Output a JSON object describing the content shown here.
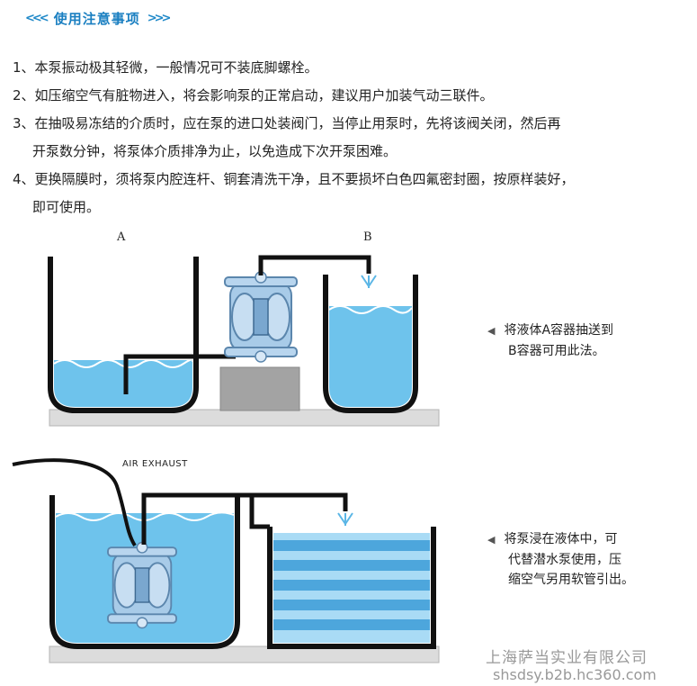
{
  "header": {
    "left_arrows": "<<<",
    "title": "使用注意事项",
    "right_arrows": ">>>"
  },
  "notes": [
    {
      "num": "1、",
      "lines": [
        "本泵振动极其轻微，一般情况可不装底脚螺栓。"
      ]
    },
    {
      "num": "2、",
      "lines": [
        "如压缩空气有脏物进入，将会影响泵的正常启动，建议用户加装气动三联件。"
      ]
    },
    {
      "num": "3、",
      "lines": [
        "在抽吸易冻结的介质时，应在泵的进口处装阀门，当停止用泵时，先将该阀关闭，然后再",
        "开泵数分钟，将泵体介质排净为止，以免造成下次开泵困难。"
      ]
    },
    {
      "num": "4、",
      "lines": [
        "更换隔膜时，须将泵内腔连杆、铜套清洗干净，且不要损坏白色四氟密封圈，按原样装好，",
        "即可使用。"
      ]
    }
  ],
  "diagram1": {
    "label_a": "A",
    "label_b": "B",
    "caption_lines": [
      "将液体A容器抽送到",
      "B容器可用此法。"
    ]
  },
  "diagram2": {
    "air_exhaust": "AIR EXHAUST",
    "caption_lines": [
      "将泵浸在液体中，可",
      "代替潜水泵使用，压",
      "缩空气另用软管引出。"
    ]
  },
  "watermark": {
    "company": "上海萨当实业有限公司",
    "url": "shsdsy.b2b.hc360.com"
  },
  "colors": {
    "accent": "#1a7fc1",
    "water": "#6ec3ec",
    "water_light": "#a9dbf5",
    "pump": "#9fc4e4",
    "base": "#dcdcdc",
    "stand": "#999999"
  }
}
